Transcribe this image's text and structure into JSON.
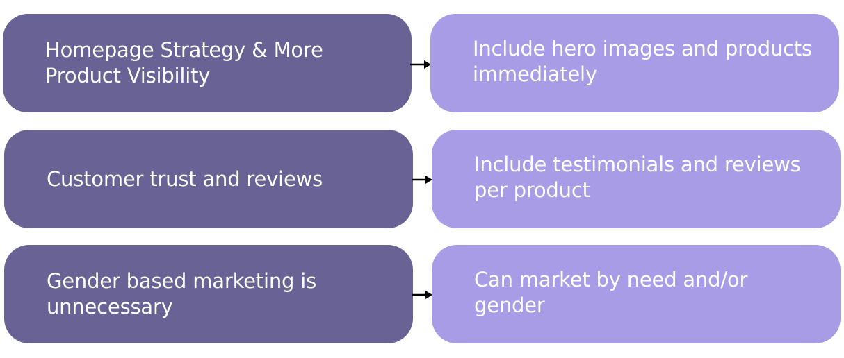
{
  "rows": [
    {
      "problem": "Homepage Strategy & More Product Visibility",
      "solution": "Include hero images and products immediately"
    },
    {
      "problem": "Customer trust and reviews",
      "solution": "Include testimonials and reviews per product"
    },
    {
      "problem": "Gender based marketing is unnecessary",
      "solution": "Can market by need and/or gender"
    }
  ],
  "colors": {
    "problem_box": "#686295",
    "solution_box": "#a99ce6",
    "text": "#ffffff",
    "arrow": "#000000"
  },
  "icons": {
    "connector": "arrow-right-icon"
  }
}
